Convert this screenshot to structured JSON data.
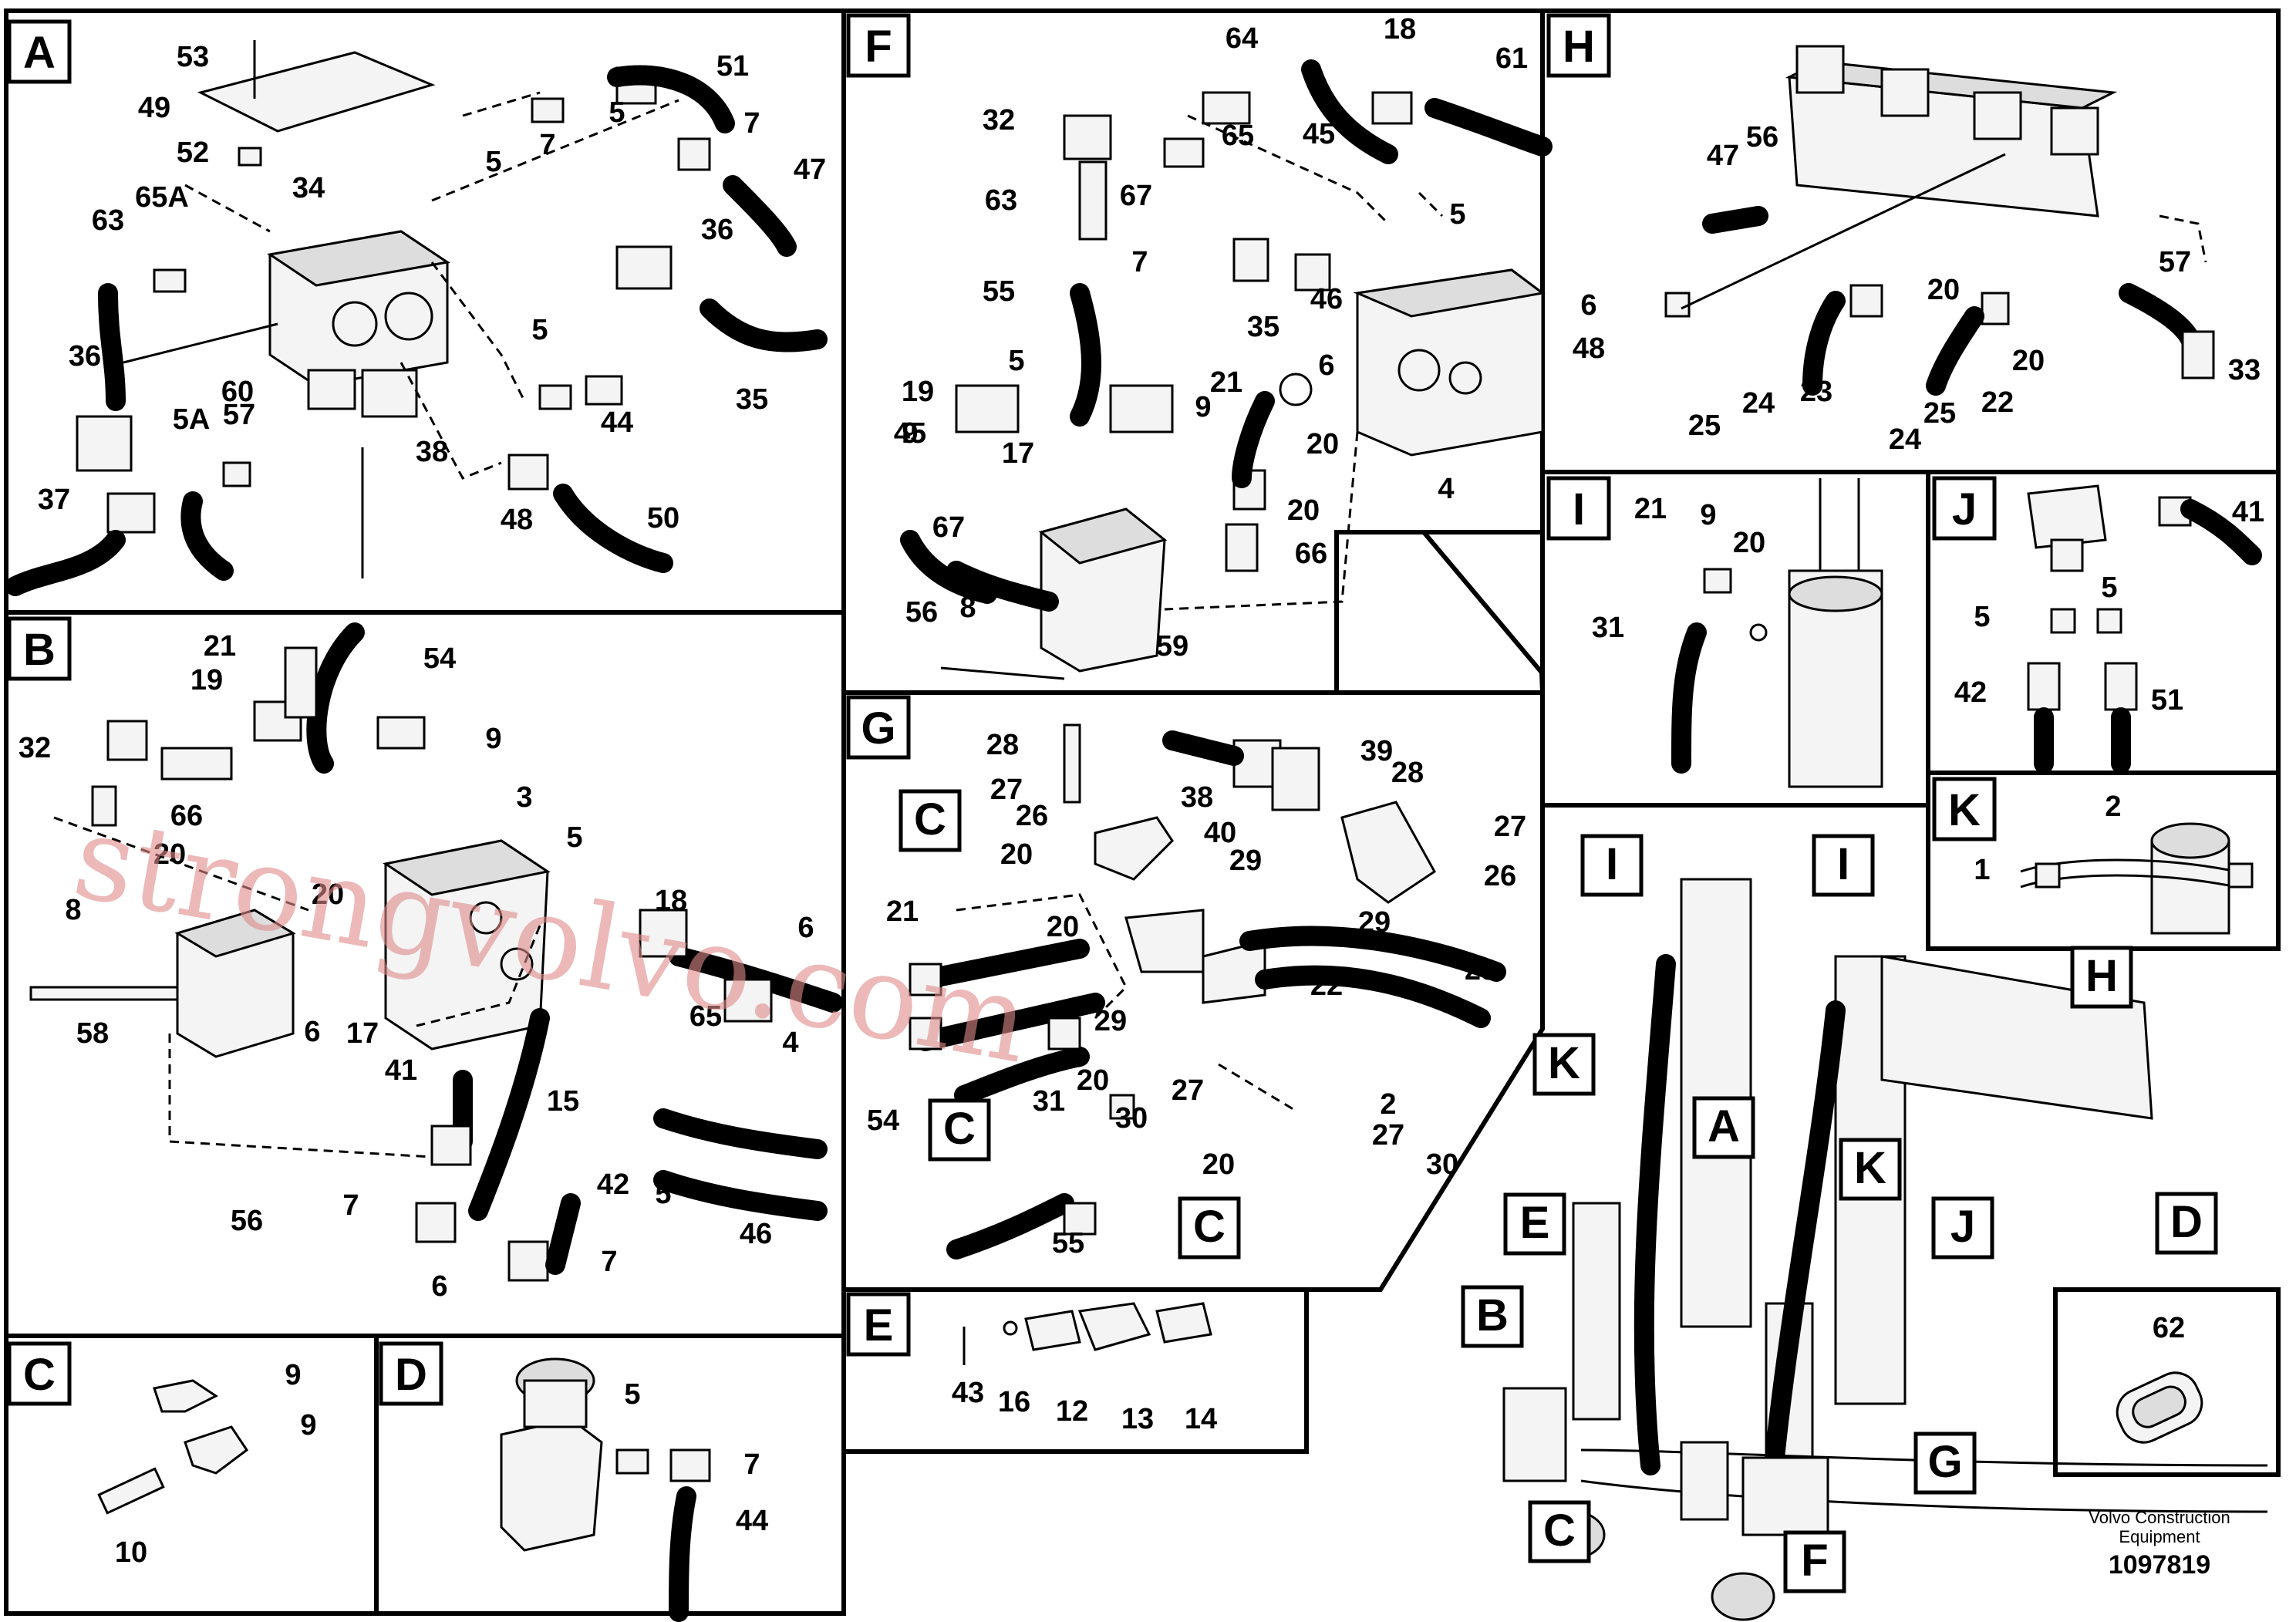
{
  "sections": {
    "A": "A",
    "B": "B",
    "C": "C",
    "D": "D",
    "E": "E",
    "F": "F",
    "G": "G",
    "H": "H",
    "I": "I",
    "J": "J",
    "K": "K"
  },
  "callouts": {
    "A": [
      "53",
      "51",
      "49",
      "7",
      "5",
      "52",
      "7",
      "47",
      "5",
      "34",
      "63",
      "65A",
      "36",
      "36",
      "5",
      "57",
      "44",
      "35",
      "5A",
      "60",
      "38",
      "37",
      "48",
      "50"
    ],
    "F": [
      "64",
      "18",
      "61",
      "32",
      "45",
      "65",
      "63",
      "67",
      "5",
      "7",
      "46",
      "55",
      "35",
      "6",
      "5",
      "21",
      "20",
      "19",
      "9",
      "9",
      "45",
      "17",
      "20",
      "67",
      "66",
      "4",
      "56",
      "8",
      "59"
    ],
    "B": [
      "21",
      "54",
      "19",
      "32",
      "9",
      "66",
      "3",
      "5",
      "20",
      "20",
      "18",
      "6",
      "8",
      "58",
      "6",
      "17",
      "65",
      "41",
      "4",
      "15",
      "7",
      "42",
      "5",
      "46",
      "56",
      "6",
      "7"
    ],
    "G": [
      "28",
      "39",
      "27",
      "38",
      "28",
      "26",
      "27",
      "40",
      "26",
      "20",
      "29",
      "29",
      "21",
      "23",
      "20",
      "22",
      "29",
      "2",
      "20",
      "31",
      "27",
      "54",
      "30",
      "27",
      "30",
      "20",
      "55"
    ],
    "C": [
      "9",
      "9",
      "10"
    ],
    "D": [
      "5",
      "7",
      "44"
    ],
    "E": [
      "43",
      "16",
      "12",
      "13",
      "14"
    ],
    "H": [
      "47",
      "56",
      "6",
      "20",
      "57",
      "48",
      "20",
      "33",
      "23",
      "22",
      "24",
      "25",
      "25",
      "24"
    ],
    "I": [
      "21",
      "9",
      "20",
      "31"
    ],
    "J": [
      "41",
      "5",
      "5",
      "42",
      "51"
    ],
    "K": [
      "2",
      "1"
    ],
    "overview": [
      "I",
      "I",
      "K",
      "A",
      "K",
      "H",
      "E",
      "J",
      "D",
      "B",
      "G",
      "C",
      "F",
      "62"
    ],
    "reference_labels": [
      "C",
      "C",
      "C",
      "C"
    ]
  },
  "footer": {
    "company_line1": "Volvo Construction",
    "company_line2": "Equipment",
    "document_number": "1097819"
  },
  "watermark": "strongvolvo.com"
}
